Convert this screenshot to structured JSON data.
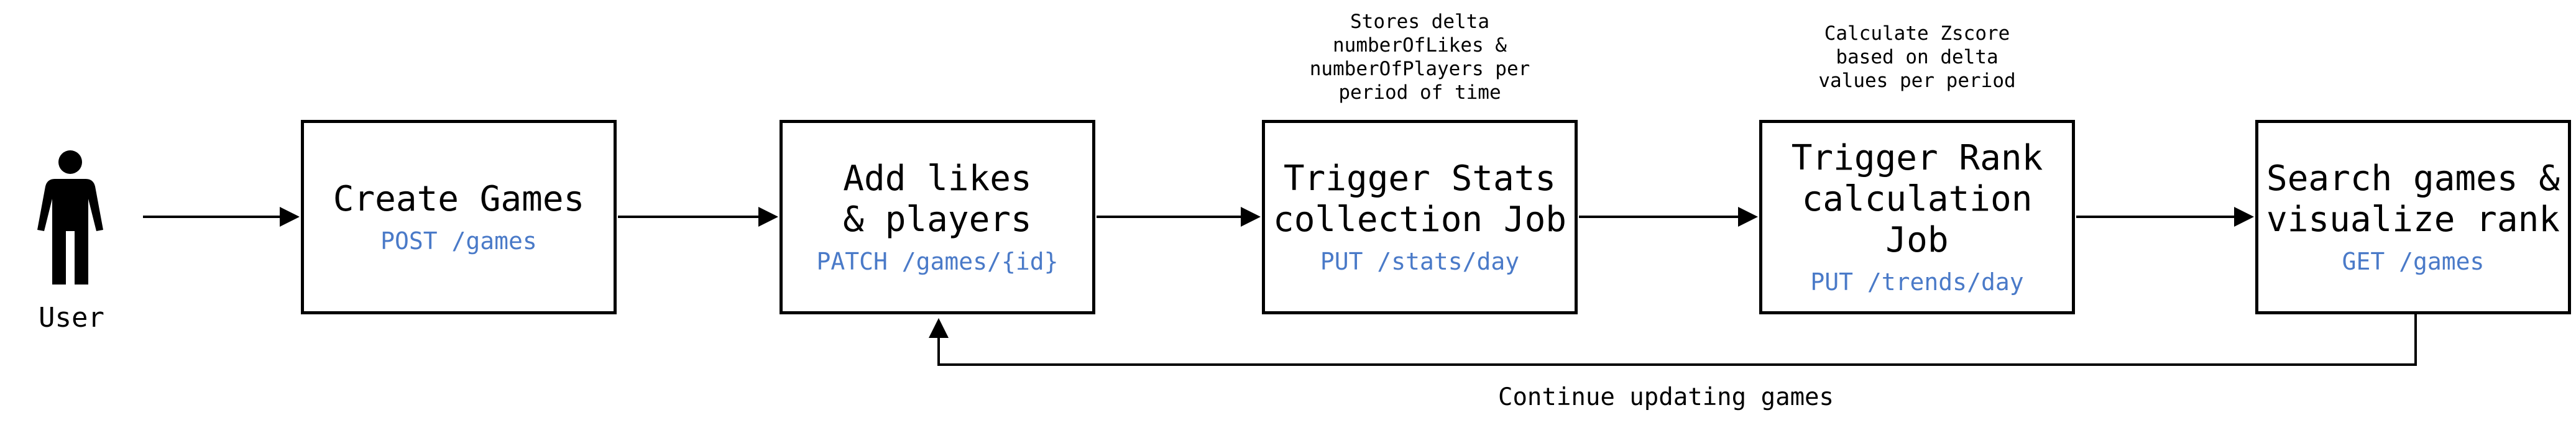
{
  "user": {
    "label": "User",
    "icon": "person-icon"
  },
  "steps": [
    {
      "id": "create-games",
      "title": "Create Games",
      "endpoint": "POST /games"
    },
    {
      "id": "add-likes",
      "title": "Add likes\n& players",
      "endpoint": "PATCH /games/{id}"
    },
    {
      "id": "stats-job",
      "title": "Trigger Stats\ncollection Job",
      "endpoint": "PUT /stats/day"
    },
    {
      "id": "rank-job",
      "title": "Trigger Rank\ncalculation Job",
      "endpoint": "PUT /trends/day"
    },
    {
      "id": "search",
      "title": "Search games &\nvisualize rank",
      "endpoint": "GET /games"
    }
  ],
  "notes": {
    "stats": "Stores delta\nnumberOfLikes &\nnumberOfPlayers per\nperiod of time",
    "rank": "Calculate Zscore\nbased on delta\nvalues per period"
  },
  "loop_label": "Continue updating games",
  "colors": {
    "endpoint": "#4a7ac8",
    "line": "#000000"
  }
}
